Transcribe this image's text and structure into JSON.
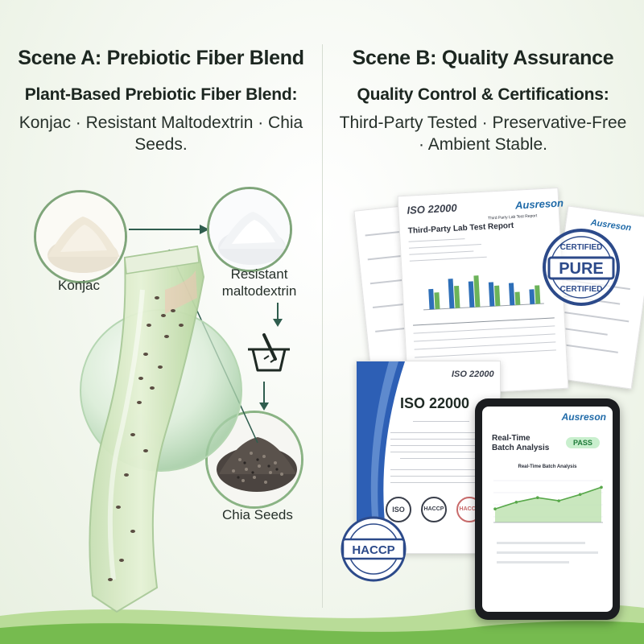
{
  "scene_a": {
    "title": "Scene A: Prebiotic Fiber Blend",
    "subtitle": "Plant-Based Prebiotic Fiber Blend:",
    "description": "Konjac · Resistant Maltodextrin · Chia Seeds.",
    "ingredients": [
      {
        "label": "Konjac"
      },
      {
        "label": "Resistant\nmaltodextrin"
      },
      {
        "label": "Chia Seeds"
      }
    ]
  },
  "scene_b": {
    "title": "Scene B: Quality Assurance",
    "subtitle": "Quality Control & Certifications:",
    "description": "Third-Party Tested · Preservative-Free · Ambient Stable.",
    "lab_report": {
      "brand": "Ausreson",
      "heading_small": "Third Party Lab Test Report",
      "title": "Third-Party Lab Test Report",
      "logo": "ISO 22000"
    },
    "back_doc": {
      "brand": "Ausreson"
    },
    "pure_stamp": {
      "top": "CERTIFIED",
      "center": "PURE",
      "bottom": "CERTIFIED"
    },
    "iso_cert": {
      "logo": "ISO 22000",
      "title": "ISO 22000",
      "logos": [
        "ISO",
        "HACCP",
        "HACCP"
      ]
    },
    "haccp_badge": {
      "label": "HACCP"
    },
    "tablet": {
      "brand": "Ausreson",
      "title": "Real-Time\nBatch Analysis",
      "status": "PASS",
      "chart_title": "Real-Time Batch Analysis"
    }
  },
  "colors": {
    "accent_green": "#5aa04c",
    "stamp_blue": "#2c4a8a",
    "cert_blue": "#2d5fb5"
  },
  "chart_data": {
    "type": "bar",
    "categories": [
      "1",
      "2",
      "3",
      "4",
      "5",
      "6"
    ],
    "series": [
      {
        "values": [
          55,
          80,
          70,
          65,
          60,
          40
        ]
      },
      {
        "values": [
          45,
          60,
          85,
          55,
          35,
          50
        ]
      }
    ],
    "ylim": [
      0,
      100
    ]
  },
  "tablet_chart": {
    "type": "area",
    "x": [
      1,
      2,
      3,
      4,
      5,
      6
    ],
    "values": [
      30,
      45,
      55,
      48,
      62,
      78
    ],
    "ylim": [
      0,
      100
    ]
  }
}
